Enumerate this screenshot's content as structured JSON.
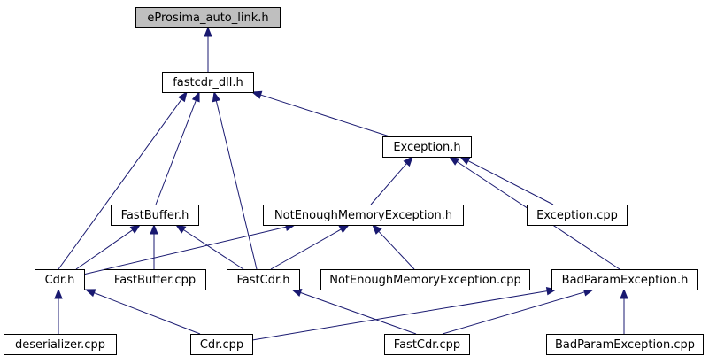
{
  "diagram": {
    "type": "include-dependency-graph",
    "edge_color": "#191970",
    "root_fill": "#bfbfbf",
    "nodes": [
      {
        "id": "eprosima_auto_link",
        "label": "eProsima_auto_link.h",
        "root": true
      },
      {
        "id": "fastcdr_dll",
        "label": "fastcdr_dll.h"
      },
      {
        "id": "exception_h",
        "label": "Exception.h"
      },
      {
        "id": "fastbuffer_h",
        "label": "FastBuffer.h"
      },
      {
        "id": "notenough_h",
        "label": "NotEnoughMemoryException.h"
      },
      {
        "id": "exception_cpp",
        "label": "Exception.cpp"
      },
      {
        "id": "cdr_h",
        "label": "Cdr.h"
      },
      {
        "id": "fastbuffer_cpp",
        "label": "FastBuffer.cpp"
      },
      {
        "id": "fastcdr_h",
        "label": "FastCdr.h"
      },
      {
        "id": "notenough_cpp",
        "label": "NotEnoughMemoryException.cpp"
      },
      {
        "id": "badparam_h",
        "label": "BadParamException.h"
      },
      {
        "id": "deserializer_cpp",
        "label": "deserializer.cpp"
      },
      {
        "id": "cdr_cpp",
        "label": "Cdr.cpp"
      },
      {
        "id": "fastcdr_cpp",
        "label": "FastCdr.cpp"
      },
      {
        "id": "badparam_cpp",
        "label": "BadParamException.cpp"
      }
    ],
    "edges": [
      {
        "from": "fastcdr_dll",
        "to": "eprosima_auto_link"
      },
      {
        "from": "cdr_h",
        "to": "fastcdr_dll"
      },
      {
        "from": "fastbuffer_h",
        "to": "fastcdr_dll"
      },
      {
        "from": "fastcdr_h",
        "to": "fastcdr_dll"
      },
      {
        "from": "exception_h",
        "to": "fastcdr_dll"
      },
      {
        "from": "notenough_h",
        "to": "exception_h"
      },
      {
        "from": "exception_cpp",
        "to": "exception_h"
      },
      {
        "from": "badparam_h",
        "to": "exception_h"
      },
      {
        "from": "cdr_h",
        "to": "fastbuffer_h"
      },
      {
        "from": "fastbuffer_cpp",
        "to": "fastbuffer_h"
      },
      {
        "from": "fastcdr_h",
        "to": "fastbuffer_h"
      },
      {
        "from": "cdr_h",
        "to": "notenough_h"
      },
      {
        "from": "fastcdr_h",
        "to": "notenough_h"
      },
      {
        "from": "notenough_cpp",
        "to": "notenough_h"
      },
      {
        "from": "deserializer_cpp",
        "to": "cdr_h"
      },
      {
        "from": "cdr_cpp",
        "to": "cdr_h"
      },
      {
        "from": "fastcdr_cpp",
        "to": "fastcdr_h"
      },
      {
        "from": "cdr_cpp",
        "to": "badparam_h"
      },
      {
        "from": "fastcdr_cpp",
        "to": "badparam_h"
      },
      {
        "from": "badparam_cpp",
        "to": "badparam_h"
      }
    ]
  }
}
